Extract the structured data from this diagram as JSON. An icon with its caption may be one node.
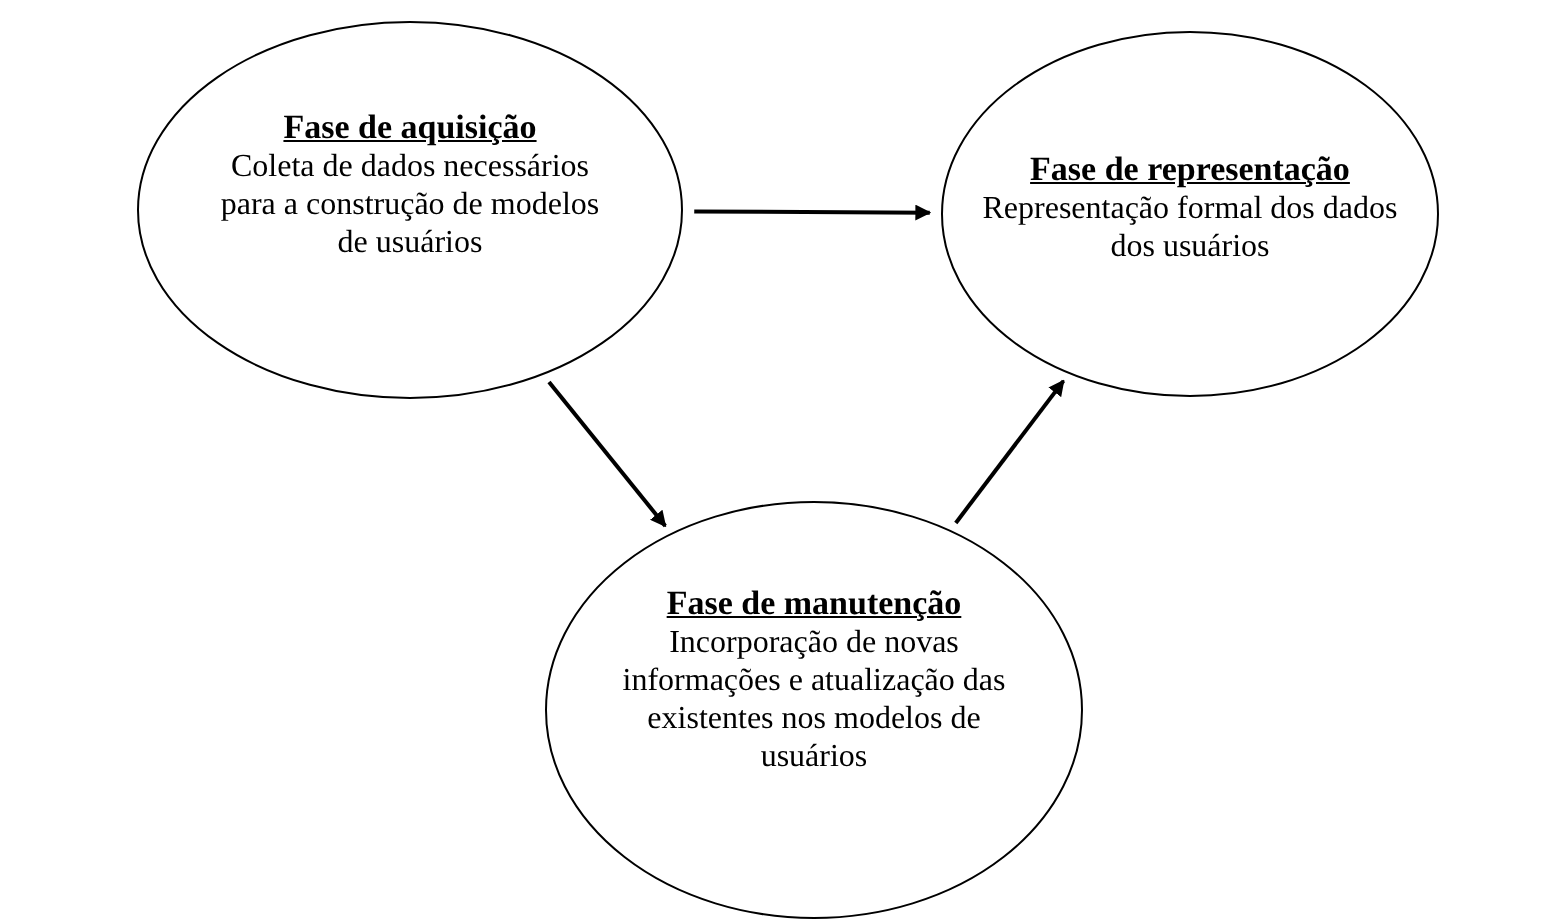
{
  "diagram": {
    "nodes": [
      {
        "text": [
          "Fase de aquisição",
          "Coleta de dados necessários para a construção de modelos de usuários"
        ]
      },
      {
        "text": [
          "Fase de representação",
          "Representação formal dos dados dos usuários"
        ]
      },
      {
        "text": [
          "Fase de manutenção",
          "Incorporação de novas informações e atualização das existentes nos modelos de usuários"
        ]
      }
    ],
    "edges": [
      {
        "from": 0,
        "to": 1,
        "arrow": "to"
      },
      {
        "from": 0,
        "to": 2,
        "arrow": "to"
      },
      {
        "from": 2,
        "to": 1,
        "arrow": "to"
      }
    ]
  }
}
